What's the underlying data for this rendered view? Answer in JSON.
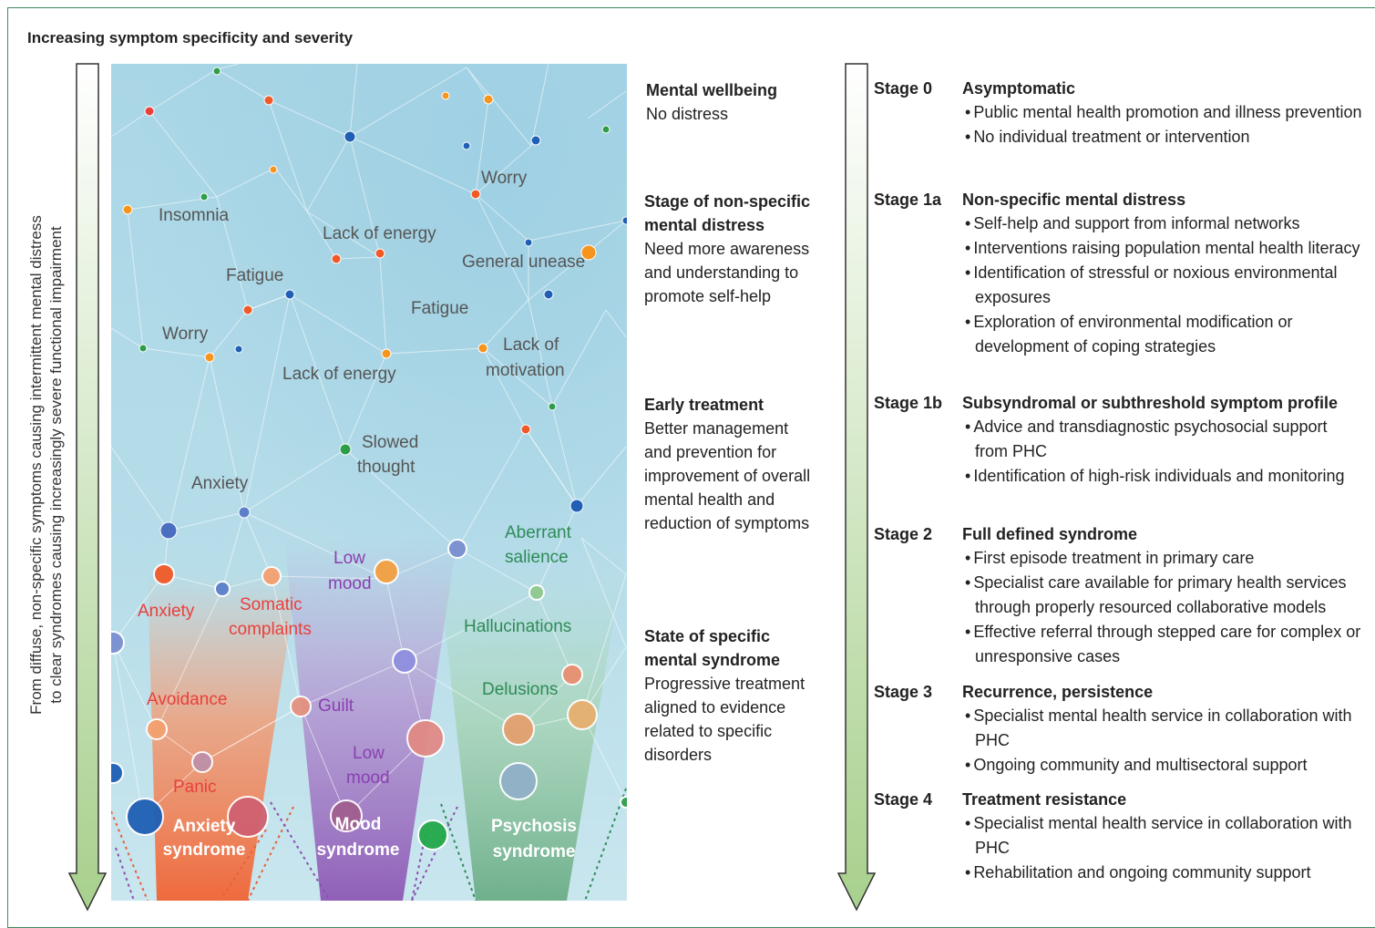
{
  "title": "Increasing symptom specificity and severity",
  "vertical_label": {
    "line1": "From diffuse, non-specific symptoms causing intermittent mental distress",
    "line2": "to clear syndromes causing increasingly severe functional impairment"
  },
  "nodes": {
    "insomnia": "Insomnia",
    "lack_of_energy_1": "Lack of energy",
    "worry_1": "Worry",
    "general_unease": "General unease",
    "fatigue_1": "Fatigue",
    "fatigue_2": "Fatigue",
    "worry_2": "Worry",
    "lack_of_energy_2": "Lack of energy",
    "lack_of_motivation_1": "Lack of",
    "lack_of_motivation_2": "motivation",
    "slowed_thought_1": "Slowed",
    "slowed_thought_2": "thought",
    "anxiety_upper": "Anxiety",
    "aberrant_salience_1": "Aberrant",
    "aberrant_salience_2": "salience",
    "low_mood_upper_1": "Low",
    "low_mood_upper_2": "mood",
    "anxiety_lower": "Anxiety",
    "somatic_complaints_1": "Somatic",
    "somatic_complaints_2": "complaints",
    "hallucinations": "Hallucinations",
    "avoidance": "Avoidance",
    "guilt": "Guilt",
    "delusions": "Delusions",
    "low_mood_lower_1": "Low",
    "low_mood_lower_2": "mood",
    "panic": "Panic"
  },
  "syndromes": {
    "anxiety_1": "Anxiety",
    "anxiety_2": "syndrome",
    "mood_1": "Mood",
    "mood_2": "syndrome",
    "psychosis_1": "Psychosis",
    "psychosis_2": "syndrome"
  },
  "states": [
    {
      "title": "Mental wellbeing",
      "body": [
        "No distress"
      ]
    },
    {
      "title": [
        "Stage of non-specific",
        "mental distress"
      ],
      "body": [
        "Need more awareness",
        "and understanding to",
        "promote self-help"
      ]
    },
    {
      "title": "Early treatment",
      "body": [
        "Better management",
        "and prevention for",
        "improvement of overall",
        "mental health and",
        "reduction of symptoms"
      ]
    },
    {
      "title": [
        "State of specific",
        "mental syndrome"
      ],
      "body": [
        "Progressive treatment",
        "aligned to evidence",
        "related to specific",
        "disorders"
      ]
    }
  ],
  "stages": [
    {
      "label": "Stage 0",
      "title": "Asymptomatic",
      "bullets": [
        "Public mental health promotion and illness prevention",
        "No individual treatment or intervention"
      ]
    },
    {
      "label": "Stage 1a",
      "title": "Non-specific mental distress",
      "bullets": [
        "Self-help and support from informal networks",
        "Interventions raising population mental health literacy",
        "Identification of stressful or noxious environmental exposures",
        "Exploration of environmental modification or development of coping strategies"
      ]
    },
    {
      "label": "Stage 1b",
      "title": "Subsyndromal or subthreshold symptom profile",
      "bullets": [
        "Advice and transdiagnostic psychosocial support from PHC",
        "Identification of high-risk individuals and monitoring"
      ]
    },
    {
      "label": "Stage 2",
      "title": "Full defined syndrome",
      "bullets": [
        "First episode treatment in primary care",
        "Specialist care available for primary health services through properly resourced collaborative models",
        "Effective referral through stepped care for complex or unresponsive cases"
      ]
    },
    {
      "label": "Stage 3",
      "title": "Recurrence, persistence",
      "bullets": [
        "Specialist mental health service in collaboration with PHC",
        "Ongoing community and multisectoral support"
      ]
    },
    {
      "label": "Stage 4",
      "title": "Treatment resistance",
      "bullets": [
        "Specialist mental health service in collaboration with PHC",
        "Rehabilitation and ongoing community support"
      ]
    }
  ],
  "colors": {
    "frame": "#3f8a5c",
    "network_bg_top": "#a9d6e6",
    "anxiety": "#e8603c",
    "mood": "#8a4fb0",
    "psychosis": "#2e8b57",
    "arrow_fill_top": "#ffffff",
    "arrow_fill_bottom": "#a8d08d"
  }
}
